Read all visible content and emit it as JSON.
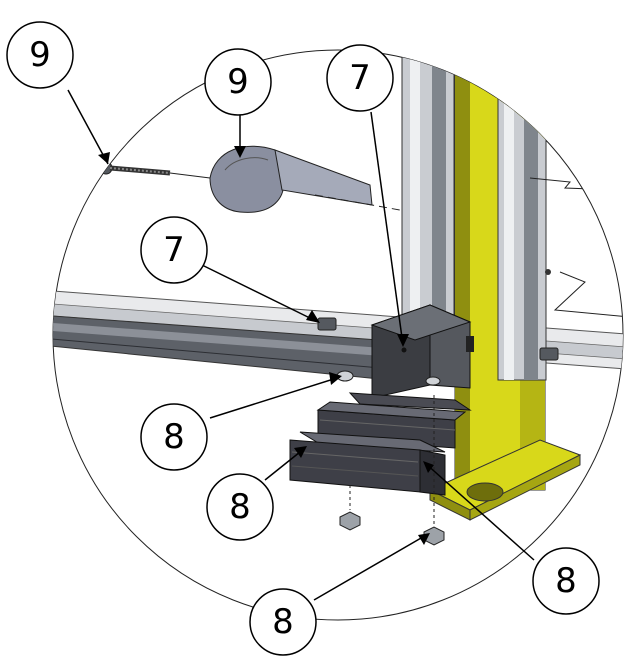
{
  "callouts": [
    {
      "id": "c9a",
      "label": "9"
    },
    {
      "id": "c9b",
      "label": "9"
    },
    {
      "id": "c7a",
      "label": "7"
    },
    {
      "id": "c7b",
      "label": "7"
    },
    {
      "id": "c8a",
      "label": "8"
    },
    {
      "id": "c8b",
      "label": "8"
    },
    {
      "id": "c8c",
      "label": "8"
    },
    {
      "id": "c8d",
      "label": "8"
    }
  ],
  "colors": {
    "yellow_post": "#d8d81a",
    "yellow_shadow": "#8f8f10",
    "aluminum": "#a9adb3",
    "aluminum_dark": "#6f757c",
    "rail": "#5d6168",
    "plastic": "#3e3f47",
    "cap": "#8a8fa0"
  }
}
